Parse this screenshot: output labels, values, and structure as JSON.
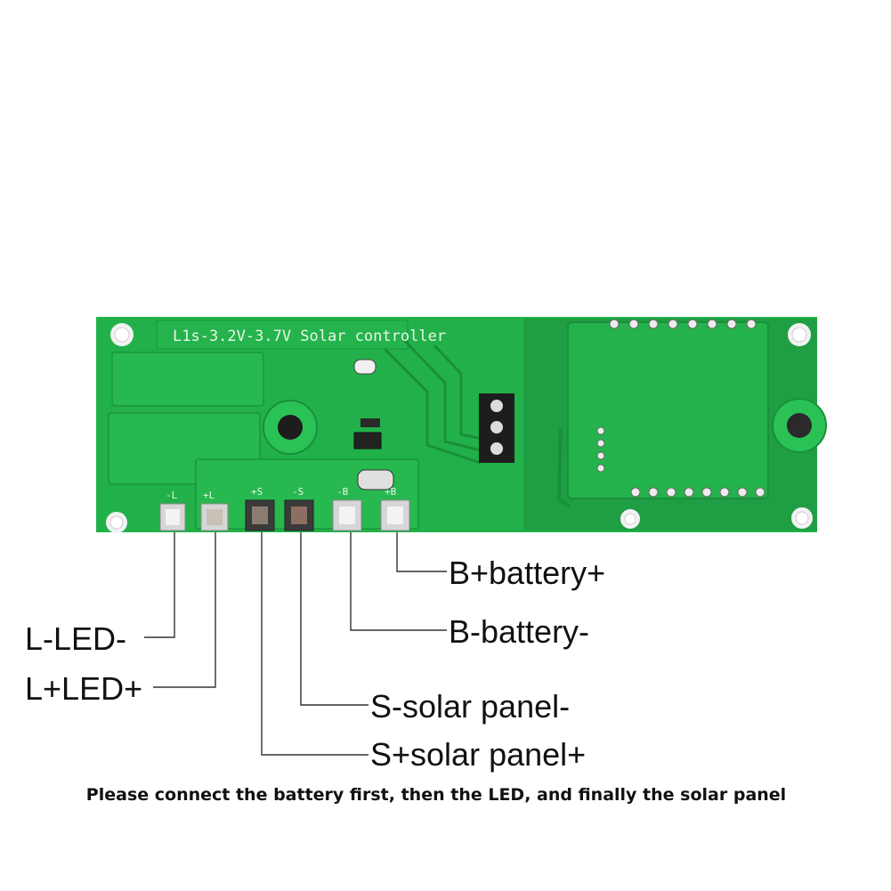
{
  "board": {
    "silkscreen_title": "L1s-3.2V-3.7V Solar controller",
    "colors": {
      "pcb": "#22b04a",
      "pcb_dark": "#1c9a3f",
      "trace": "#26c053",
      "pad": "#d9d9d9"
    },
    "pad_labels": [
      "-L",
      "+L",
      "+S",
      "-S",
      "-B",
      "+B"
    ]
  },
  "callouts": [
    {
      "id": "b-plus",
      "label": "B+battery+"
    },
    {
      "id": "b-minus",
      "label": "B-battery-"
    },
    {
      "id": "l-minus",
      "label": "L-LED-"
    },
    {
      "id": "l-plus",
      "label": "L+LED+"
    },
    {
      "id": "s-minus",
      "label": "S-solar panel-"
    },
    {
      "id": "s-plus",
      "label": "S+solar panel+"
    }
  ],
  "note": "Please connect the battery first, then the LED, and finally the solar panel"
}
